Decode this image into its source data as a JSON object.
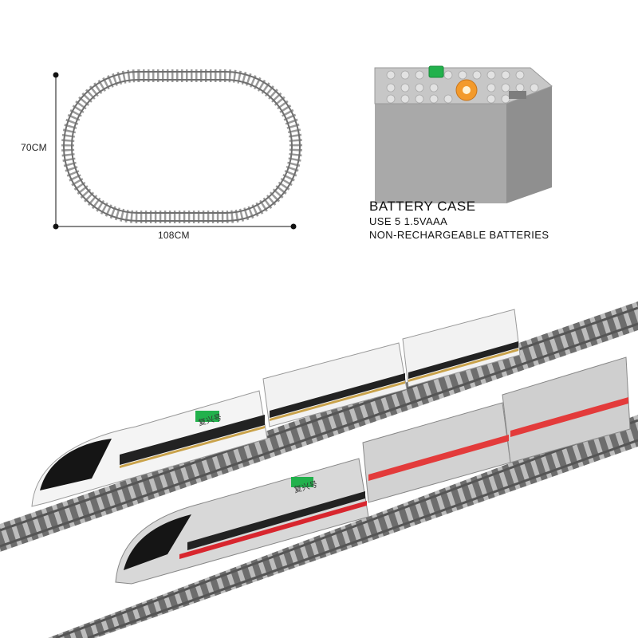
{
  "track_layout": {
    "height_label": "70CM",
    "width_label": "108CM"
  },
  "battery_case": {
    "title": "BATTERY CASE",
    "line1": "USE 5 1.5VAAA",
    "line2": "NON-RECHARGEABLE BATTERIES",
    "button_color": "#22b14c",
    "dial_color": "#f39a2b"
  },
  "trains": {
    "gold_train_text": "复兴号",
    "red_train_text": "复兴号",
    "gold_accent": "#c9a24a",
    "red_accent": "#d8262e"
  }
}
